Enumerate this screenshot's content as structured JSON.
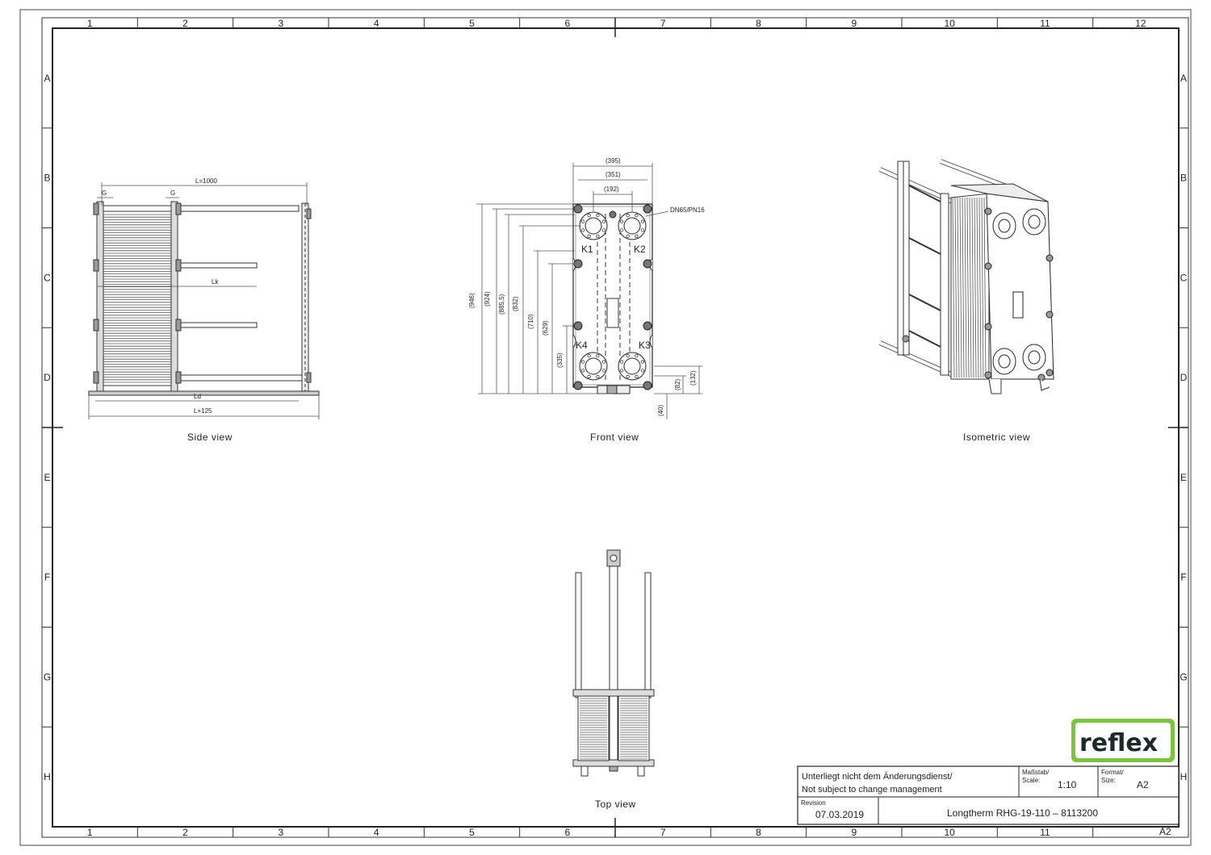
{
  "grid": {
    "columns": [
      "1",
      "2",
      "3",
      "4",
      "5",
      "6",
      "7",
      "8",
      "9",
      "10",
      "11",
      "12"
    ],
    "rows": [
      "A",
      "B",
      "C",
      "D",
      "E",
      "F",
      "G",
      "H"
    ]
  },
  "side_view": {
    "caption": "Side view",
    "dim_L": "L=1000",
    "dim_G_left": "G",
    "dim_G_right": "G",
    "dim_Lk": "Lk",
    "dim_Ld": "Ld",
    "dim_L125": "L+125"
  },
  "front_view": {
    "caption": "Front view",
    "dim_395": "(395)",
    "dim_351": "(351)",
    "dim_192": "(192)",
    "flange": "DN65/PN16",
    "port_k1": "K1",
    "port_k2": "K2",
    "port_k3": "K3",
    "port_k4": "K4",
    "dim_946": "(946)",
    "dim_924": "(924)",
    "dim_885": "(885,5)",
    "dim_832": "(832)",
    "dim_710": "(710)",
    "dim_629": "(629)",
    "dim_335": "(335)",
    "dim_132": "(132)",
    "dim_82": "(82)",
    "dim_40": "(40)"
  },
  "isometric_view": {
    "caption": "Isometric view"
  },
  "top_view": {
    "caption": "Top view"
  },
  "logo": {
    "text": "reflex",
    "color": "#7dc243"
  },
  "title_block": {
    "note_de": "Unterliegt nicht dem Änderungsdienst/",
    "note_en": "Not subject to change management",
    "scale_label_de": "Maßstab/",
    "scale_label_en": "Scale:",
    "scale_value": "1:10",
    "format_label_de": "Format/",
    "format_label_en": "Size:",
    "format_value": "A2",
    "revision_label": "Revision",
    "revision_date": "07.03.2019",
    "title": "Longtherm RHG-19-110 – 8113200",
    "sheet_id": "A2"
  }
}
